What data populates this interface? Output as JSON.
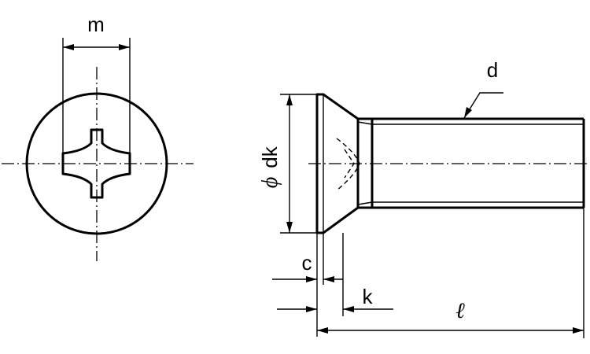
{
  "labels": {
    "m": "m",
    "d": "d",
    "phi": "ϕ",
    "dk": "dk",
    "c": "c",
    "k": "k",
    "l": "ℓ"
  }
}
